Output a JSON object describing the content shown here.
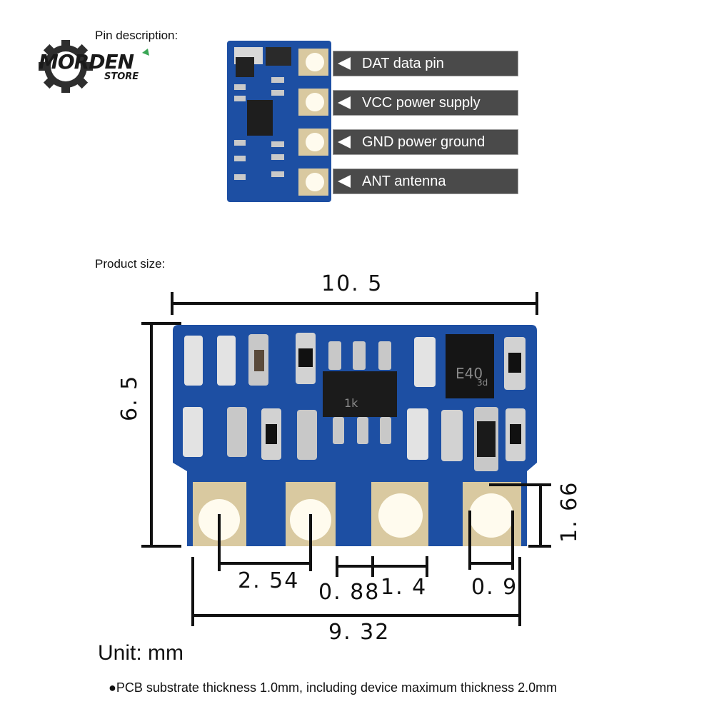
{
  "sections": {
    "pin_description": "Pin description:",
    "product_size": "Product size:"
  },
  "logo": {
    "word": "MORDEN",
    "sub": "STORE",
    "icon": "gear-icon"
  },
  "pins": [
    {
      "label": "DAT data pin"
    },
    {
      "label": "VCC power supply"
    },
    {
      "label": "GND power ground"
    },
    {
      "label": "ANT antenna"
    }
  ],
  "dimensions": {
    "width": "10. 5",
    "height": "6. 5",
    "pad_height": "1. 66",
    "pitch": "2. 54",
    "gap_a": "0. 88",
    "gap_b": "1. 4",
    "hole": "0. 9",
    "span": "9. 32"
  },
  "chip_marks": {
    "ic": "1k",
    "sot": "E40",
    "sot_sub": "3d"
  },
  "unit": "Unit: mm",
  "note": "●PCB substrate thickness 1.0mm, including device maximum thickness 2.0mm",
  "colors": {
    "pcb": "#1d4fa3",
    "pcb_dark": "#173f86",
    "pad": "#d9c9a0",
    "pin_bg": "#4a4a4a"
  }
}
